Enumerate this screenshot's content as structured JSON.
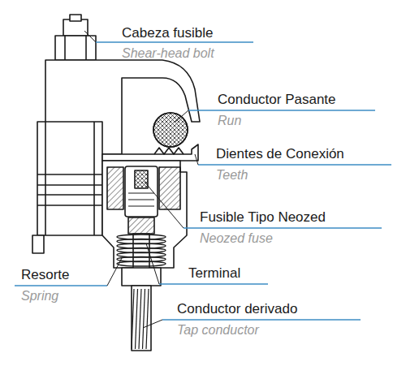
{
  "diagram": {
    "labels": [
      "Cabeza fusible",
      "Shear-head bolt",
      "Conductor Pasante",
      "Run",
      "Dientes de Conexión",
      "Teeth",
      "Fusible Tipo Neozed",
      "Neozed fuse",
      "Resorte",
      "Spring",
      "Terminal",
      "Conductor derivado",
      "Tap conductor"
    ]
  }
}
